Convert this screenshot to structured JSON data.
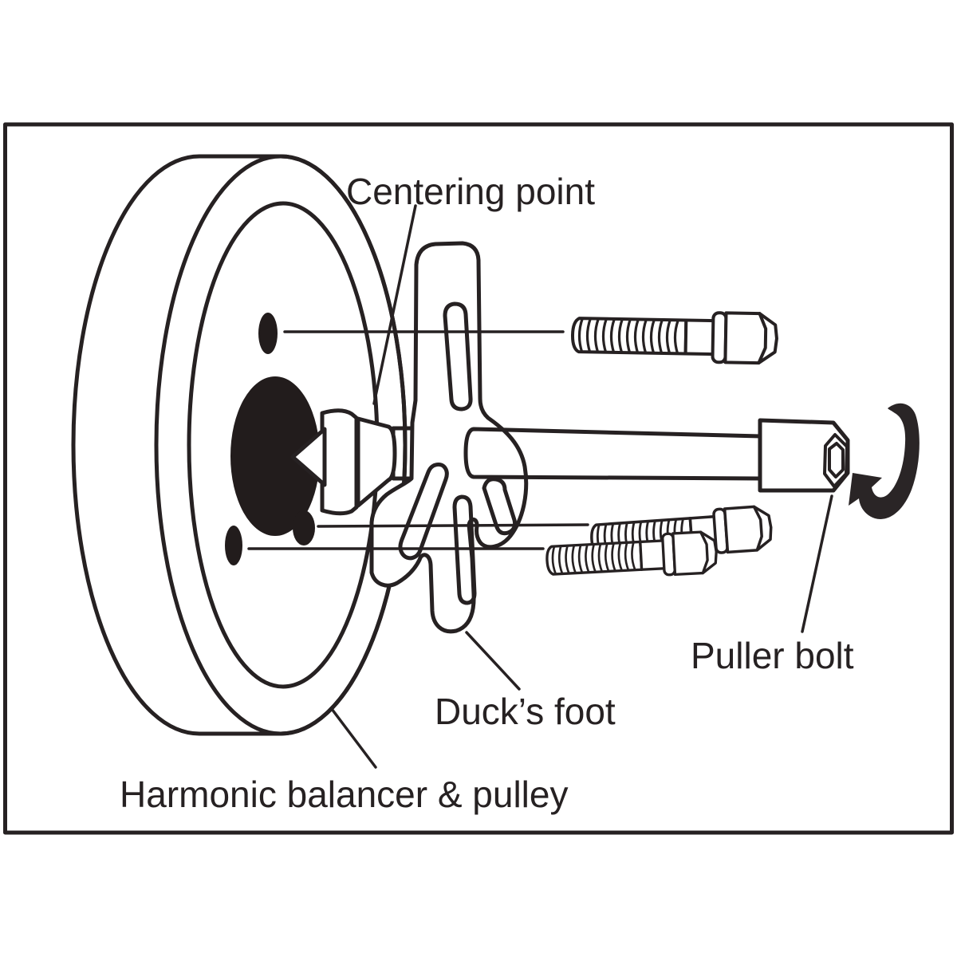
{
  "diagram": {
    "labels": {
      "centering_point": "Centering point",
      "ducks_foot": "Duck’s foot",
      "puller_bolt": "Puller bolt",
      "harmonic_balancer": "Harmonic balancer & pulley"
    },
    "icons": {
      "rotation_arrow": "clockwise-rotation-arrow"
    },
    "colors": {
      "outline": "#262122",
      "metal_gray": "#a8a6a7",
      "hole_black": "#221c1c",
      "arrow_black": "#2a2526",
      "paper": "#ffffff"
    }
  }
}
